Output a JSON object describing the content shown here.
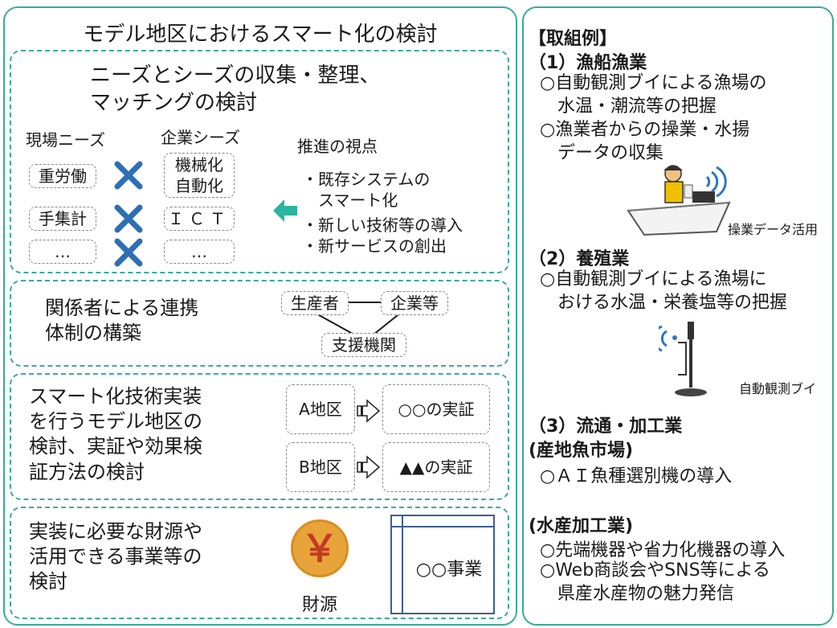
{
  "left": {
    "title": "モデル地区におけるスマート化の検討",
    "s1": {
      "heading": "ニーズとシーズの収集・整理、\nマッチングの検討",
      "needs_label": "現場ニーズ",
      "seeds_label": "企業シーズ",
      "needs": [
        "重労働",
        "手集計",
        "…"
      ],
      "seeds": [
        "機械化\n自動化",
        "ＩＣＴ",
        "…"
      ],
      "viewpoint_title": "推進の視点",
      "viewpoints": [
        "・既存システムの\n　スマート化",
        "・新しい技術等の導入",
        "・新サービスの創出"
      ]
    },
    "s2": {
      "text": "関係者による連携\n体制の構築",
      "nodes": [
        "生産者",
        "企業等",
        "支援機関"
      ]
    },
    "s3": {
      "text": "スマート化技術実装\nを行うモデル地区の\n検討、実証や効果検\n証方法の検討",
      "areas": [
        "A地区",
        "B地区"
      ],
      "demos": [
        "○○の実証",
        "▲▲の実証"
      ]
    },
    "s4": {
      "text": "実装に必要な財源や\n活用できる事業等の\n検討",
      "yen_symbol": "￥",
      "fund_label": "財源",
      "project_label": "○○事業"
    }
  },
  "right": {
    "header": "【取組例】",
    "sec1_title": "（1）漁船漁業",
    "sec1_items": [
      "○自動観測ブイによる漁場の\n　水温・潮流等の把握",
      "○漁業者からの操業・水揚\n　データの収集"
    ],
    "sec1_caption": "操業データ活用",
    "sec2_title": "（2）養殖業",
    "sec2_items": [
      "○自動観測ブイによる漁場に\n　おける水温・栄養塩等の把握"
    ],
    "sec2_caption": "自動観測ブイ",
    "sec3_title": "（3）流通・加工業",
    "sec3_sub1": "(産地魚市場)",
    "sec3_items1": [
      "○ＡＩ魚種選別機の導入"
    ],
    "sec3_sub2": "(水産加工業)",
    "sec3_items2": [
      "○先端機器や省力化機器の導入",
      "○Web商談会やSNS等による\n　県産水産物の魅力発信"
    ]
  },
  "colors": {
    "teal": "#3aaa9c",
    "blue_x": "#2e6fb5",
    "arrow": "#2bb5a0",
    "yen_orange": "#e8a33a",
    "yen_red": "#c23a22",
    "project_blue": "#3d5f95"
  }
}
